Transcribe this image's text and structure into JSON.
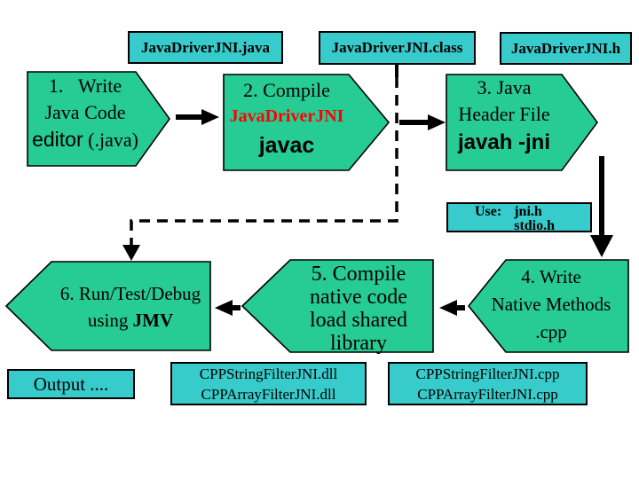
{
  "colors": {
    "background": "#ffffff",
    "shape_fill": "#26cc93",
    "box_fill": "#38cbcb",
    "stroke": "#000000",
    "red_text": "#ff0000"
  },
  "file_boxes": {
    "java": "JavaDriverJNI.java",
    "class": "JavaDriverJNI.class",
    "header": "JavaDriverJNI.h"
  },
  "steps": {
    "s1": {
      "line1": "1.   Write",
      "line2": "Java Code",
      "line3_sans": "editor",
      "line3_serif": " (.java)"
    },
    "s2": {
      "line1": "2. Compile",
      "line2": "JavaDriverJNI",
      "line3": "javac"
    },
    "s3": {
      "line1": "3. Java",
      "line2": "Header File",
      "line3": "javah -jni"
    },
    "s4": {
      "line1": "4. Write",
      "line2": "Native Methods",
      "line3": ".cpp"
    },
    "s5": {
      "line1": "5. Compile",
      "line2": "native code",
      "line3": "load shared",
      "line4": "library"
    },
    "s6": {
      "line1": "6. Run/Test/Debug",
      "line2_normal": "using ",
      "line2_bold": "JMV"
    }
  },
  "use_box": {
    "label": "Use:",
    "file1": "jni.h",
    "file2": "stdio.h"
  },
  "output_box": {
    "text": "Output ...."
  },
  "dll_box": {
    "line1": "CPPStringFilterJNI.dll",
    "line2": "CPPArrayFilterJNI.dll"
  },
  "cpp_box": {
    "line1": "CPPStringFilterJNI.cpp",
    "line2": "CPPArrayFilterJNI.cpp"
  }
}
